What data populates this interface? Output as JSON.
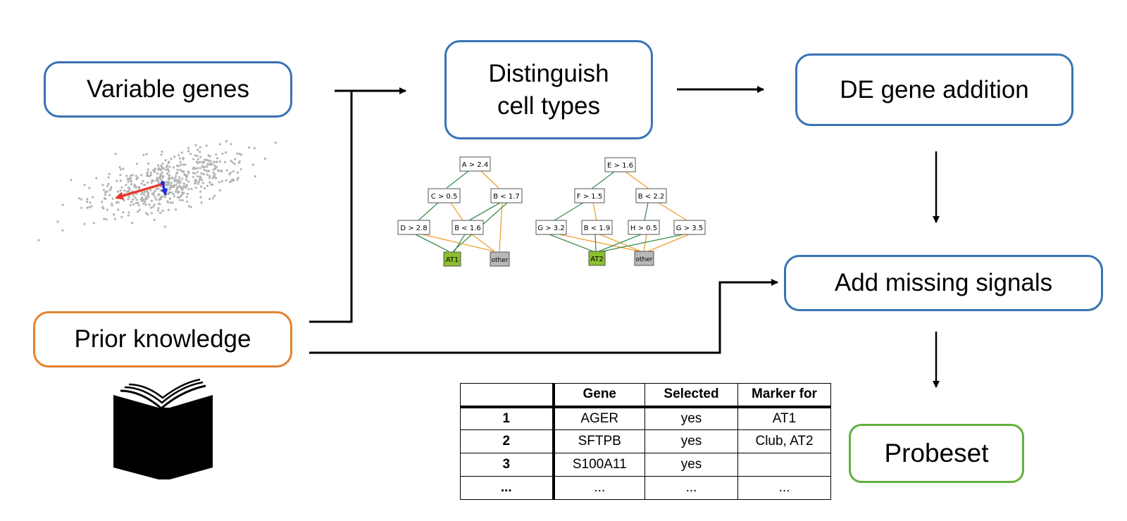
{
  "nodes": {
    "variable_genes": "Variable genes",
    "distinguish": "Distinguish cell types",
    "de_gene": "DE gene addition",
    "prior_knowledge": "Prior knowledge",
    "missing_signals": "Add missing signals",
    "probeset": "Probeset"
  },
  "colors": {
    "box_blue": "#3873b5",
    "box_orange": "#e48232",
    "box_green": "#61b23b",
    "tree_green": "#3f8f52",
    "tree_orange": "#f0a030",
    "leaf_green": "#8bbf2d",
    "leaf_gray": "#b8b8b8",
    "pca_red": "#e8392b",
    "pca_blue": "#1f2bd8",
    "scatter": "#b4b4b4"
  },
  "tree1": {
    "root": "A > 2.4",
    "l2_left": "C > 0.5",
    "l2_right": "B < 1.7",
    "l3_left": "D > 2.8",
    "l3_right": "B < 1.6",
    "leaf_target": "AT1",
    "leaf_other": "other"
  },
  "tree2": {
    "root": "E > 1.6",
    "l2_left": "F > 1.5",
    "l2_right": "B < 2.2",
    "l3_a": "G > 3.2",
    "l3_b": "B < 1.9",
    "l3_c": "H > 0.5",
    "l3_d": "G > 3.5",
    "leaf_target": "AT2",
    "leaf_other": "other"
  },
  "table": {
    "headers": [
      "",
      "Gene",
      "Selected",
      "Marker for"
    ],
    "rows": [
      [
        "1",
        "AGER",
        "yes",
        "AT1"
      ],
      [
        "2",
        "SFTPB",
        "yes",
        "Club, AT2"
      ],
      [
        "3",
        "S100A11",
        "yes",
        ""
      ],
      [
        "...",
        "...",
        "...",
        "..."
      ]
    ]
  }
}
